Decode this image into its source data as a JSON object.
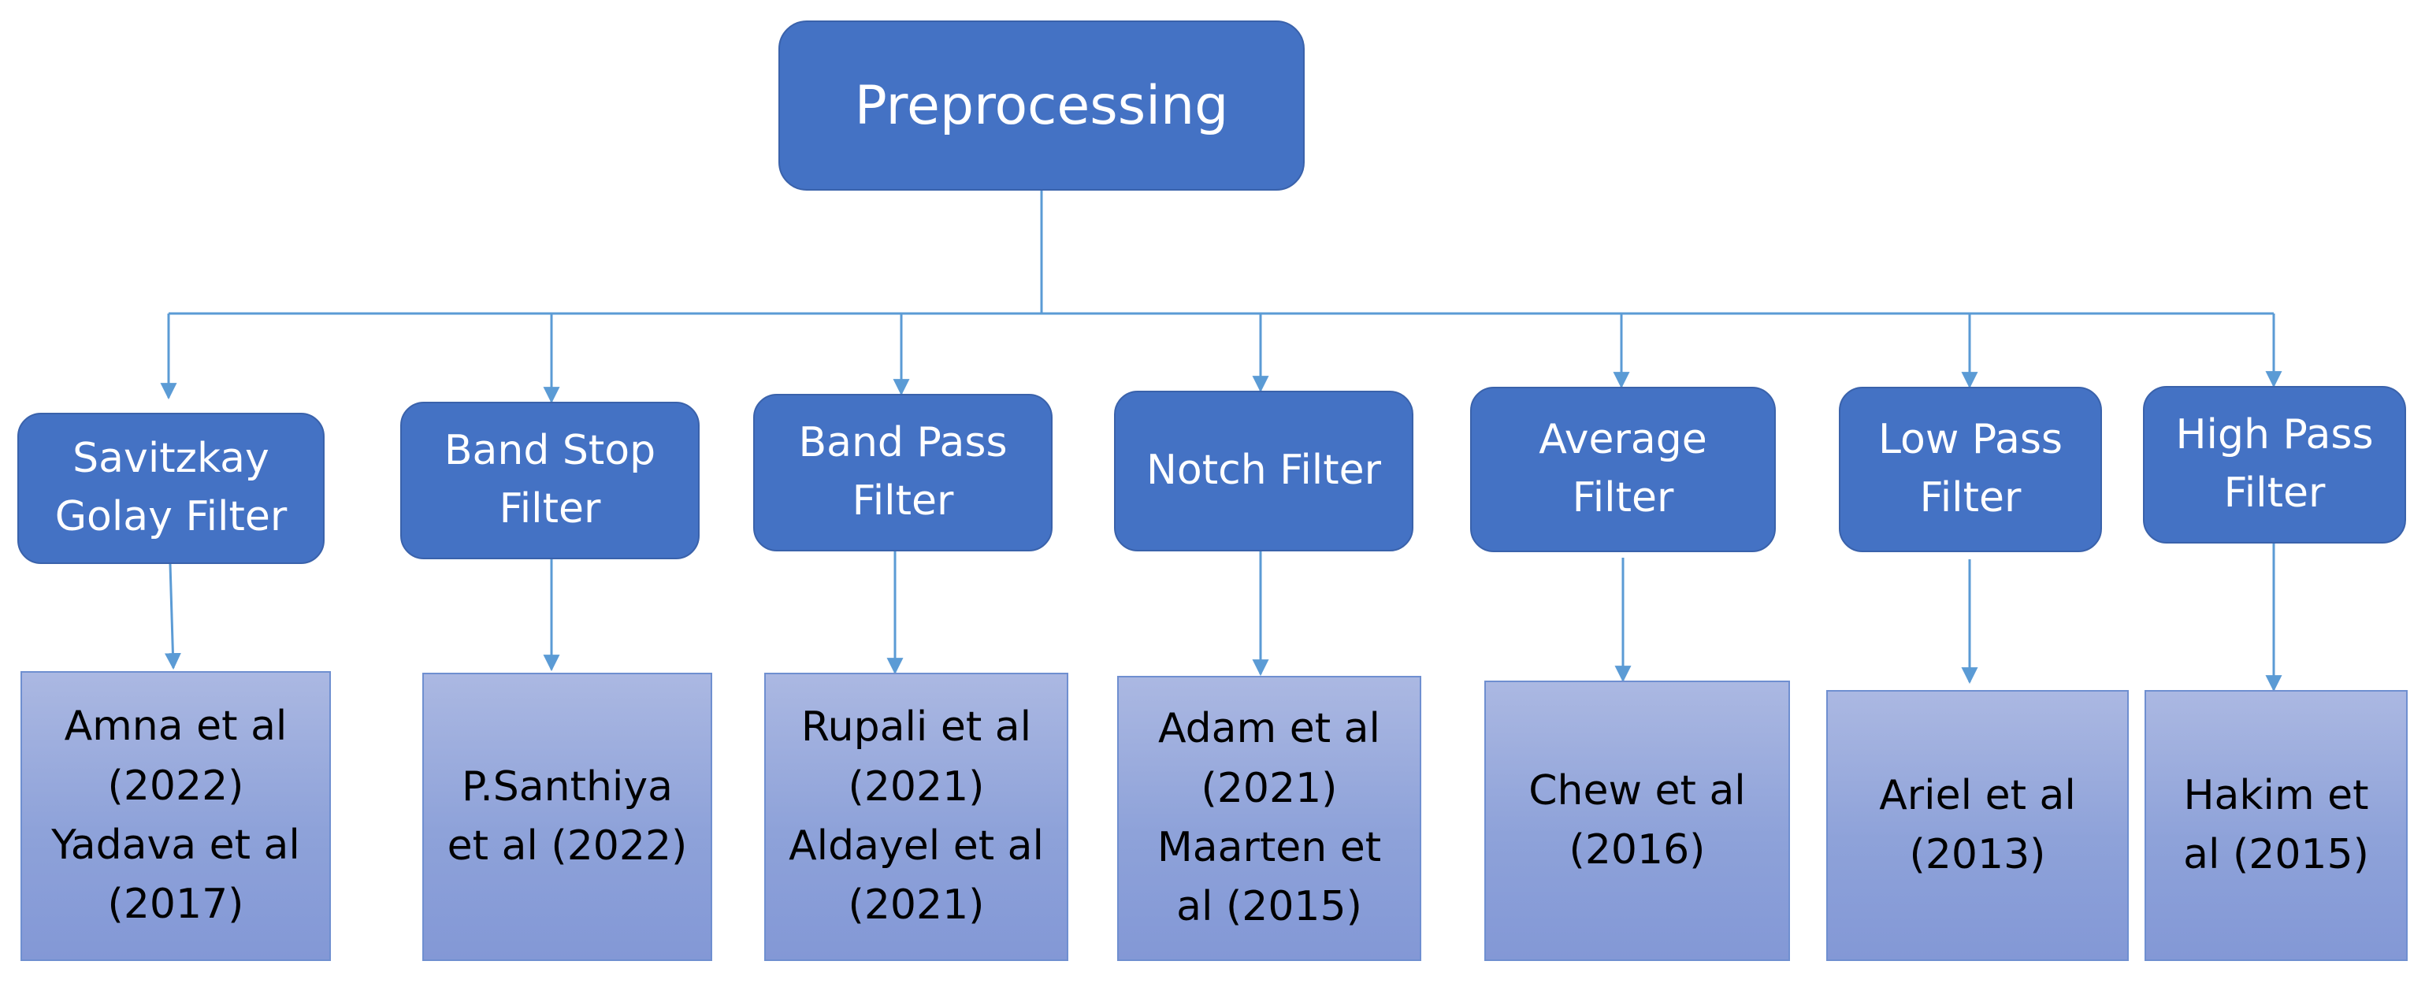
{
  "root": {
    "label": "Preprocessing"
  },
  "colors": {
    "node_fill": "#4472c4",
    "node_border": "#3a62ab",
    "reference_fill_top": "#abb8e2",
    "reference_fill_bottom": "#8398d6",
    "connector": "#5b9bd5",
    "text_on_node": "#ffffff",
    "text_on_reference": "#000000"
  },
  "filters": [
    {
      "label": "Savitzkay\nGolay Filter",
      "references": "Amna et al\n(2022)\nYadava et al\n(2017)"
    },
    {
      "label": "Band Stop\nFilter",
      "references": "P.Santhiya\net al (2022)"
    },
    {
      "label": "Band Pass\nFilter",
      "references": "Rupali  et al\n(2021)\nAldayel et al\n(2021)"
    },
    {
      "label": "Notch Filter",
      "references": "Adam et al\n(2021)\nMaarten et\nal (2015)"
    },
    {
      "label": "Average\nFilter",
      "references": "Chew et al\n(2016)"
    },
    {
      "label": "Low Pass\nFilter",
      "references": "Ariel et al\n(2013)"
    },
    {
      "label": "High Pass\nFilter",
      "references": "Hakim et\nal (2015)"
    }
  ]
}
